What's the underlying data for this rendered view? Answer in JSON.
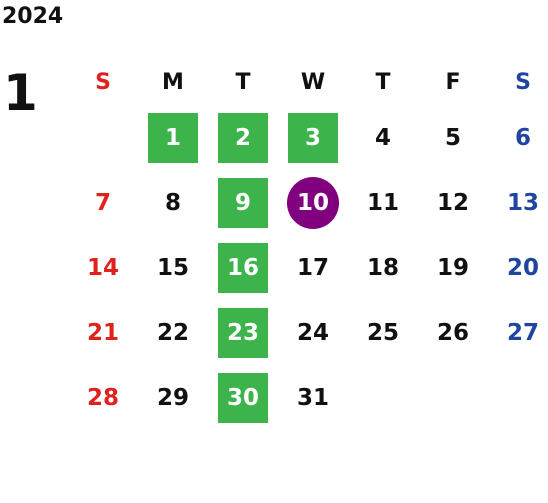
{
  "calendar": {
    "year": "2024",
    "month": "1",
    "weekdays": [
      "S",
      "M",
      "T",
      "W",
      "T",
      "F",
      "S"
    ],
    "weeks": [
      [
        "",
        "1",
        "2",
        "3",
        "4",
        "5",
        "6"
      ],
      [
        "7",
        "8",
        "9",
        "10",
        "11",
        "12",
        "13"
      ],
      [
        "14",
        "15",
        "16",
        "17",
        "18",
        "19",
        "20"
      ],
      [
        "21",
        "22",
        "23",
        "24",
        "25",
        "26",
        "27"
      ],
      [
        "28",
        "29",
        "30",
        "31",
        "",
        "",
        ""
      ]
    ],
    "highlighted_days": [
      "1",
      "2",
      "3",
      "9",
      "16",
      "23",
      "30"
    ],
    "today": "10"
  },
  "colors": {
    "sunday": "#e0221e",
    "saturday": "#1f45a0",
    "highlight": "#3cb44b",
    "today": "#800080"
  }
}
